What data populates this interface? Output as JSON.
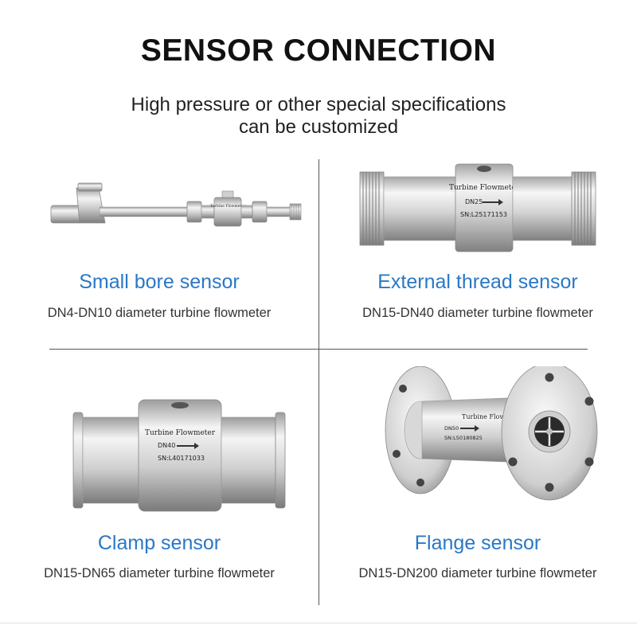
{
  "header": {
    "title": "SENSOR CONNECTION",
    "subtitle_line1": "High pressure or other special specifications",
    "subtitle_line2": "can be customized"
  },
  "sensors": [
    {
      "name": "Small bore sensor",
      "desc": "DN4-DN10 diameter turbine flowmeter",
      "plate_brand": "Turbine Flowmeter"
    },
    {
      "name": "External thread sensor",
      "desc": "DN15-DN40 diameter turbine flowmeter",
      "plate_brand": "Turbine Flowmeter",
      "plate_size": "DN25",
      "plate_sn": "SN:L25171153"
    },
    {
      "name": "Clamp sensor",
      "desc": "DN15-DN65 diameter turbine flowmeter",
      "plate_brand": "Turbine Flowmeter",
      "plate_size": "DN40",
      "plate_sn": "SN:L40171033"
    },
    {
      "name": "Flange sensor",
      "desc": "DN15-DN200 diameter turbine flowmeter",
      "plate_brand": "Turbine Flowmeter",
      "plate_size": "DN50",
      "plate_sn": "SN:L50180825"
    }
  ],
  "colors": {
    "accent": "#2a78c6",
    "title": "#111111",
    "steel_light": "#f2f2f2",
    "steel_dark": "#8c8c8c"
  }
}
